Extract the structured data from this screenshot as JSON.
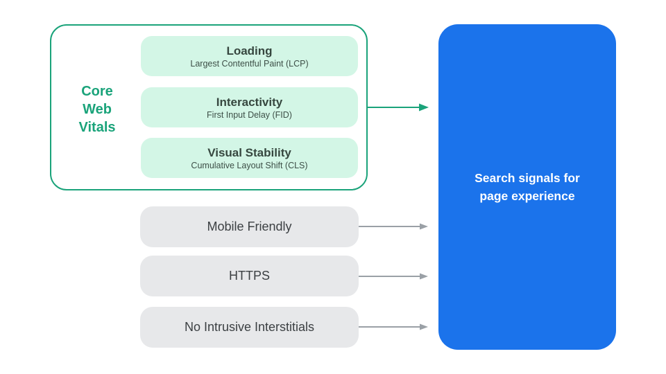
{
  "colors": {
    "green": "#1aa37a",
    "green_light": "#d3f6e6",
    "green_card_text": "#36473f",
    "gray_fill": "#e7e8ea",
    "gray_text": "#3c4043",
    "arrow_gray": "#9aa0a6",
    "blue": "#1b73eb",
    "blue_text": "#ffffff"
  },
  "core_web_vitals": {
    "label_lines": [
      "Core",
      "Web",
      "Vitals"
    ],
    "cards": [
      {
        "title": "Loading",
        "subtitle": "Largest Contentful Paint (LCP)"
      },
      {
        "title": "Interactivity",
        "subtitle": "First Input Delay (FID)"
      },
      {
        "title": "Visual Stability",
        "subtitle": "Cumulative Layout Shift (CLS)"
      }
    ]
  },
  "other_signals": [
    {
      "label": "Mobile Friendly"
    },
    {
      "label": "HTTPS"
    },
    {
      "label": "No Intrusive Interstitials"
    }
  ],
  "result": {
    "label": "Search signals for page experience"
  }
}
